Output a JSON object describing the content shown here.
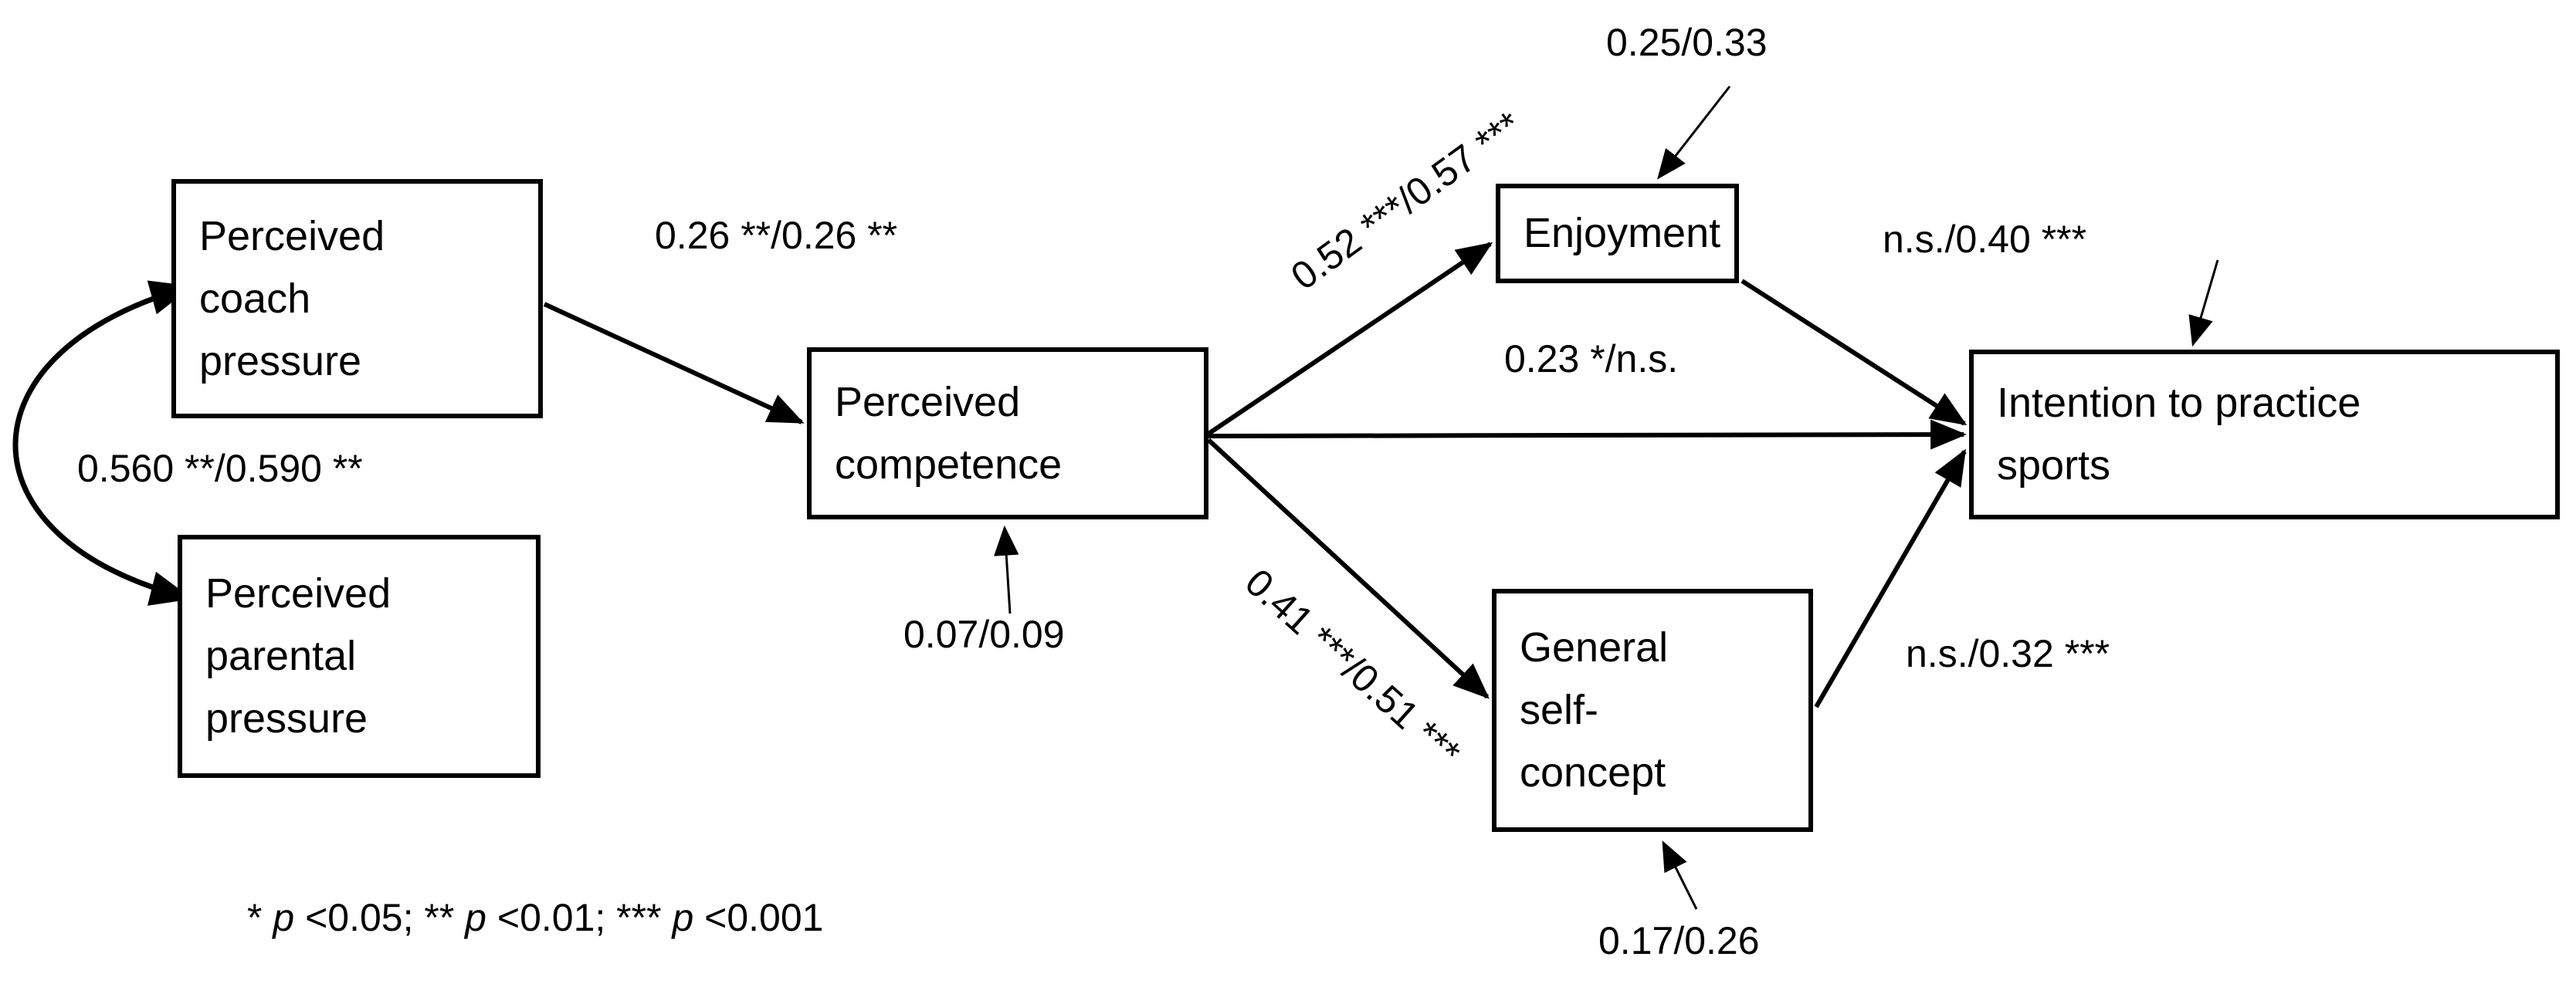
{
  "colors": {
    "ink": "#000000",
    "background": "#ffffff"
  },
  "diagram": {
    "nodes": {
      "coach": {
        "label": "Perceived coach pressure",
        "lines": [
          "Perceived",
          "coach",
          "pressure"
        ]
      },
      "parental": {
        "label": "Perceived parental pressure",
        "lines": [
          "Perceived",
          "parental",
          "pressure"
        ]
      },
      "competence": {
        "label": "Perceived competence",
        "lines": [
          "Perceived",
          "competence"
        ]
      },
      "enjoyment": {
        "label": "Enjoyment",
        "lines": [
          "Enjoyment"
        ]
      },
      "self_concept": {
        "label": "General self-concept",
        "lines": [
          "General",
          "self-",
          "concept"
        ]
      },
      "intention": {
        "label": "Intention to practice sports",
        "lines": [
          "Intention to practice",
          "sports"
        ]
      }
    },
    "paths": {
      "coach_to_competence": {
        "label": "0.26 **/0.26 **"
      },
      "coach_parental_covariance": {
        "label": "0.560 **/0.590 **"
      },
      "competence_to_enjoyment": {
        "label": "0.52 ***/0.57 ***"
      },
      "competence_to_intention": {
        "label": "0.23 */n.s."
      },
      "competence_to_self_concept": {
        "label": "0.41 ***/0.51 ***"
      },
      "enjoyment_to_intention": {
        "label": "n.s./0.40 ***"
      },
      "self_concept_to_intention": {
        "label": "n.s./0.32 ***"
      },
      "enjoyment_variance": {
        "label": "0.25/0.33"
      },
      "competence_variance": {
        "label": "0.07/0.09"
      },
      "self_concept_variance": {
        "label": "0.17/0.26"
      }
    },
    "footnote_parts": [
      {
        "text": "* ",
        "italic": false
      },
      {
        "text": "p",
        "italic": true
      },
      {
        "text": " <0.05; ** ",
        "italic": false
      },
      {
        "text": "p",
        "italic": true
      },
      {
        "text": " <0.01; *** ",
        "italic": false
      },
      {
        "text": "p",
        "italic": true
      },
      {
        "text": " <0.001",
        "italic": false
      }
    ]
  }
}
